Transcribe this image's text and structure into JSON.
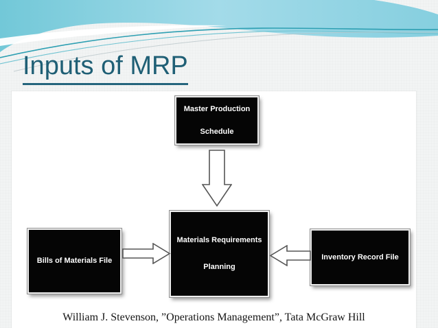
{
  "slide": {
    "title": "Inputs of MRP",
    "citation": "William J. Stevenson, ”Operations Management”, Tata McGraw Hill"
  },
  "diagram": {
    "boxes": {
      "mps": {
        "line1": "Master Production",
        "line2": "Schedule"
      },
      "mrp": {
        "line1": "Materials Requirements",
        "line2": "Planning"
      },
      "bom": {
        "line1": "Bills of Materials File"
      },
      "irf": {
        "line1": "Inventory Record File"
      }
    },
    "arrows": [
      {
        "name": "mps-to-mrp",
        "direction": "down"
      },
      {
        "name": "bom-to-mrp",
        "direction": "right"
      },
      {
        "name": "irf-to-mrp",
        "direction": "left"
      }
    ]
  },
  "colors": {
    "title_text": "#1f5f75",
    "header_teal": "#72c8d8",
    "header_teal_light": "#a3dbe9",
    "box_fill": "#050505",
    "box_text": "#ffffff",
    "arrow_outline": "#555555",
    "panel_background": "#ffffff"
  }
}
